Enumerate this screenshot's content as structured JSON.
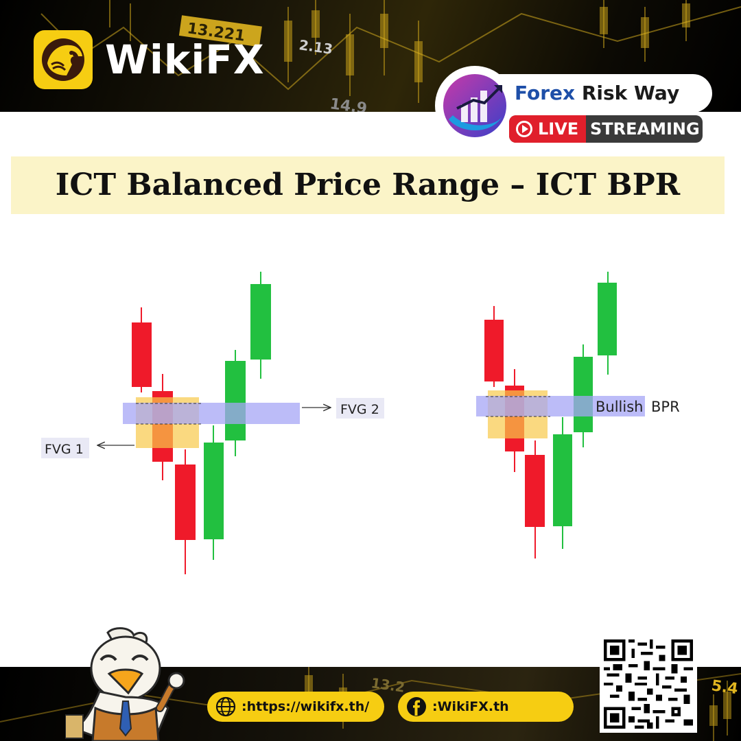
{
  "header": {
    "brand": "WikiFX",
    "badge_title_part1": "Forex",
    "badge_title_part2": "Risk Way",
    "live_label": "LIVE",
    "streaming_label": "STREAMING",
    "ticker_values": [
      "13.221",
      "2.13",
      "14.9"
    ]
  },
  "title": "ICT Balanced Price Range – ICT BPR",
  "diagram_left": {
    "label_fvg1": "FVG 1",
    "label_fvg2": "FVG 2"
  },
  "diagram_right": {
    "label_bullish": "Bullish",
    "label_bpr": "BPR"
  },
  "footer": {
    "website": ":https://wikifx.th/",
    "facebook": ":WikiFX.th",
    "ticker_values": [
      "13.2",
      "5.4"
    ]
  },
  "colors": {
    "brand_yellow": "#f6cd12",
    "bearish": "#ef1a2a",
    "bullish": "#22c040",
    "fvg_bearish_zone": "#f8c94a",
    "fvg_bullish_zone": "#a5a5f5",
    "title_bg": "#fbf4c8"
  },
  "icons": [
    "eagle-logo-icon",
    "chart-logo-icon",
    "play-icon",
    "globe-icon",
    "facebook-icon",
    "qr-code",
    "eagle-mascot"
  ]
}
